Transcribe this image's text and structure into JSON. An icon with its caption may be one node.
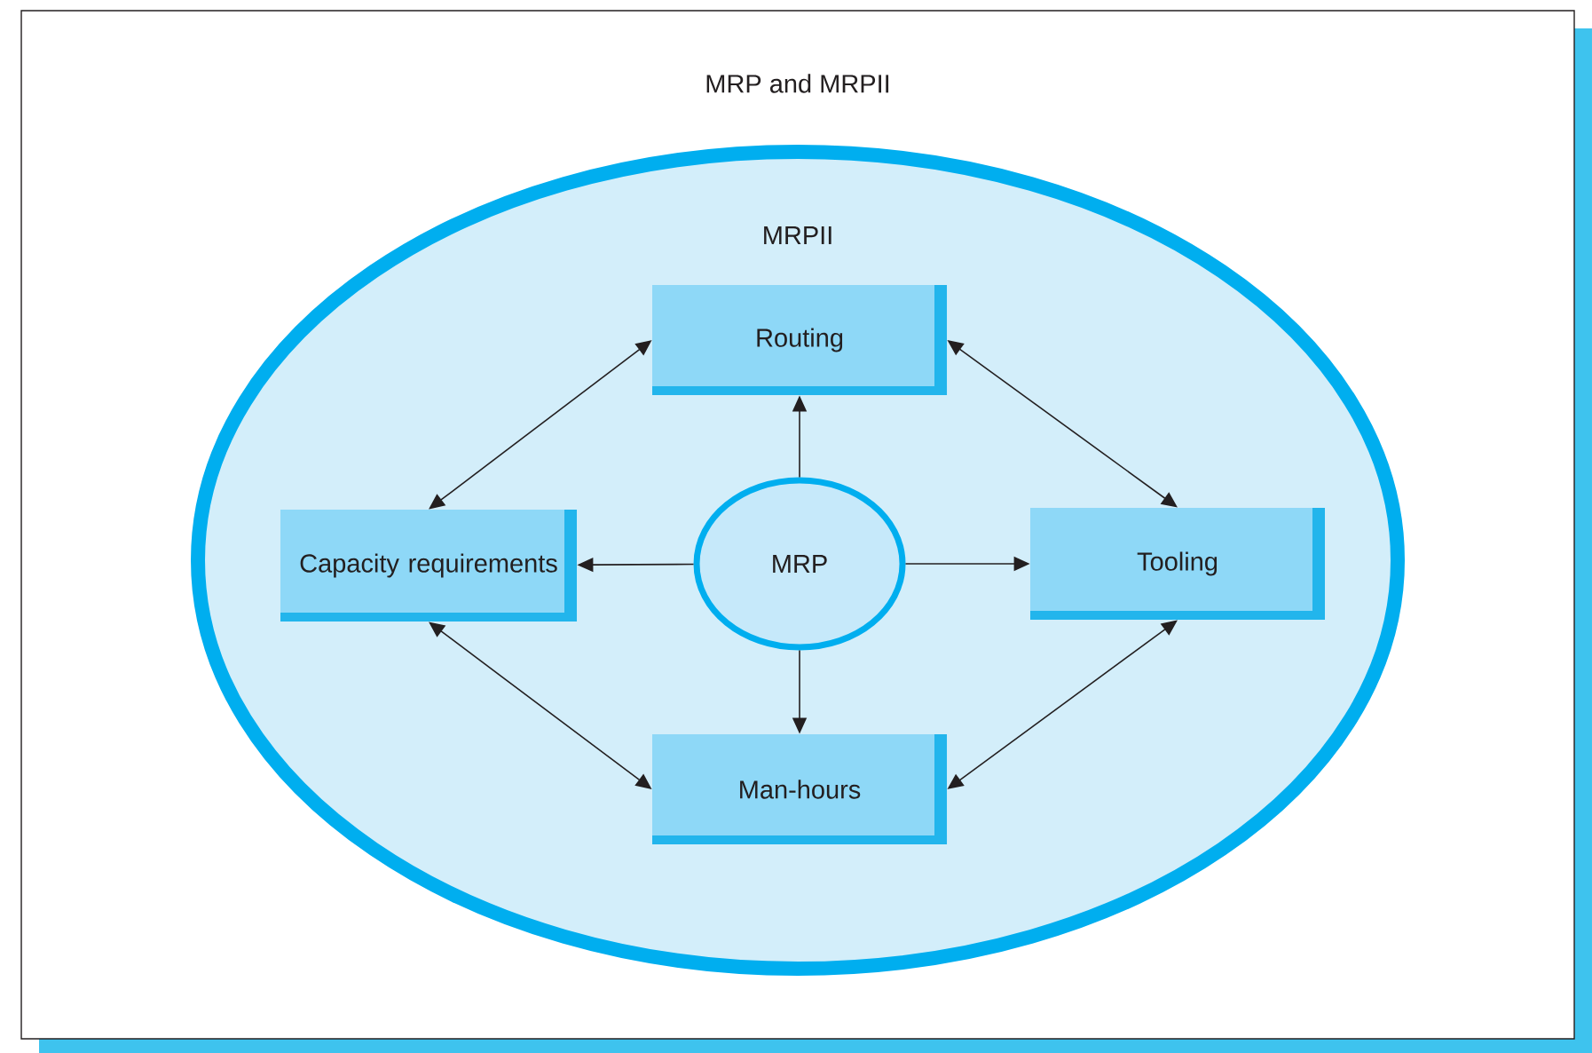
{
  "diagram": {
    "nodes": [
      {
        "text": [
          "MRP and MRPII"
        ]
      },
      {
        "text": [
          "MRPII"
        ],
        "in": 0
      },
      {
        "text": [
          "Routing"
        ],
        "in": 1
      },
      {
        "text": [
          "Capacity requirements"
        ],
        "in": 1
      },
      {
        "text": [
          "MRP"
        ],
        "in": 1
      },
      {
        "text": [
          "Tooling"
        ],
        "in": 1
      },
      {
        "text": [
          "Man-hours"
        ],
        "in": 1
      }
    ],
    "edges": [
      {
        "from": 4,
        "to": 2,
        "arrow": "to"
      },
      {
        "from": 4,
        "to": 3,
        "arrow": "to"
      },
      {
        "from": 4,
        "to": 5,
        "arrow": "to"
      },
      {
        "from": 4,
        "to": 6,
        "arrow": "to"
      },
      {
        "from": 2,
        "to": 3,
        "arrow": "both"
      },
      {
        "from": 2,
        "to": 5,
        "arrow": "both"
      },
      {
        "from": 3,
        "to": 6,
        "arrow": "both"
      },
      {
        "from": 5,
        "to": 6,
        "arrow": "both"
      }
    ]
  }
}
